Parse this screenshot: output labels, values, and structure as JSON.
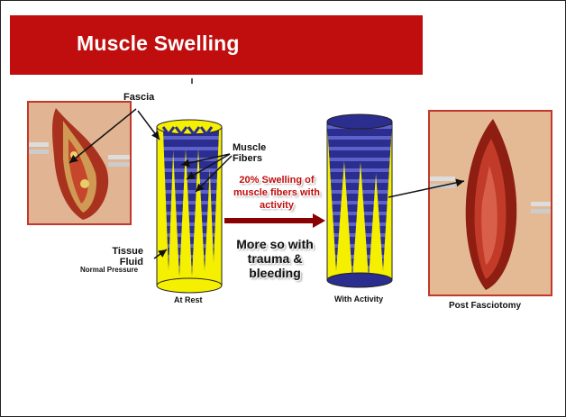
{
  "slide": {
    "title": "Muscle Swelling",
    "labels": {
      "fascia": "Fascia",
      "muscle_fibers": "Muscle\nFibers",
      "tissue_fluid": "Tissue\nFluid",
      "normal_pressure": "Normal Pressure",
      "at_rest": "At Rest",
      "with_activity": "With Activity",
      "post_fasciotomy": "Post Fasciotomy"
    },
    "notes": {
      "swelling": "20% Swelling of\nmuscle fibers with\nactivity",
      "trauma": "More so with\ntrauma &\nbleeding"
    }
  },
  "colors": {
    "title_bar": "#c00d0d",
    "cylinder_fluid": "#f5f000",
    "muscle_fiber": "#2b2d8f",
    "fiber_stripe": "#5c62c9",
    "arrow": "#8b0000",
    "photo_border": "#c0392b"
  }
}
